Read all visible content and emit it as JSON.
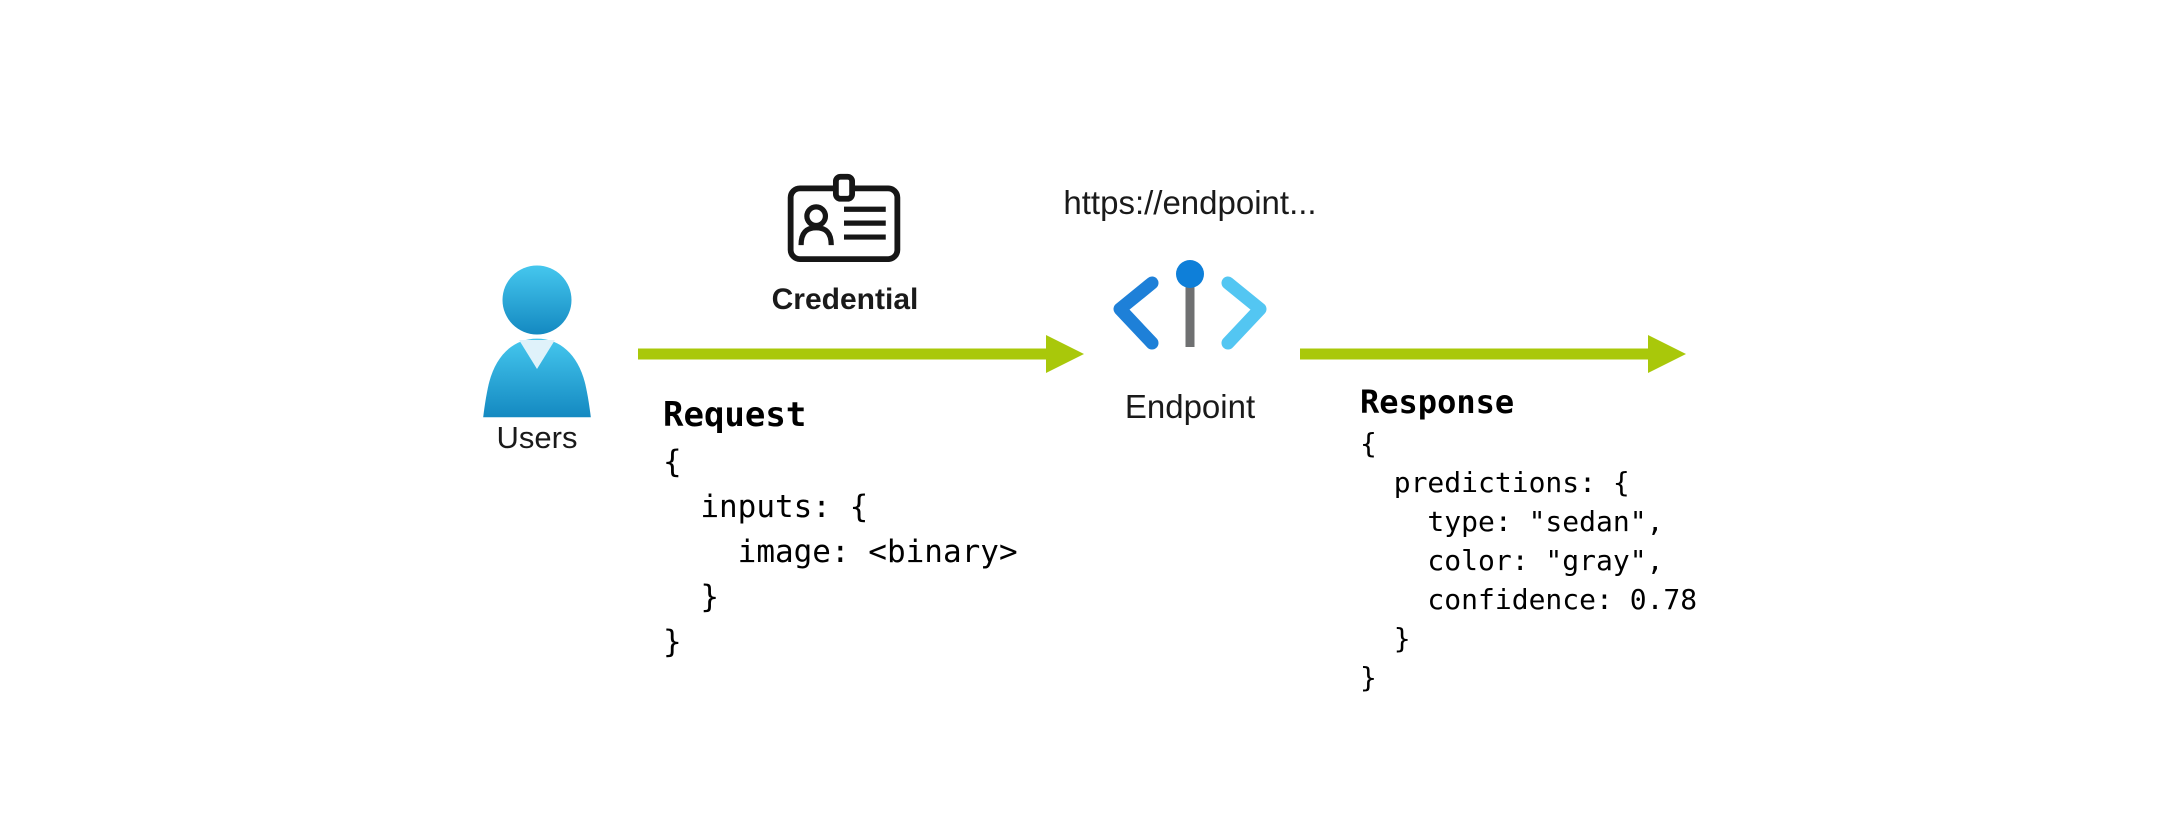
{
  "colors": {
    "arrow": "#a9c80a",
    "user_top": "#45c7ee",
    "user_bottom": "#1489c1",
    "user_collar": "#dff2fa",
    "badge_stroke": "#161616",
    "bracket_left": "#1e80d8",
    "bracket_right": "#53c6f2",
    "pin_stem": "#6f7071",
    "pin_head": "#0e7fd9"
  },
  "nodes": {
    "users": {
      "label": "Users"
    },
    "credential": {
      "label": "Credential"
    },
    "endpoint": {
      "label": "Endpoint",
      "url_text": "https://endpoint..."
    }
  },
  "request": {
    "title": "Request",
    "lines": [
      "{",
      "  inputs: {",
      "    image: <binary>",
      "  }",
      "}"
    ]
  },
  "response": {
    "title": "Response",
    "lines": [
      "{",
      "  predictions: {",
      "    type: \"sedan\",",
      "    color: \"gray\",",
      "    confidence: 0.78",
      "  }",
      "}"
    ]
  }
}
